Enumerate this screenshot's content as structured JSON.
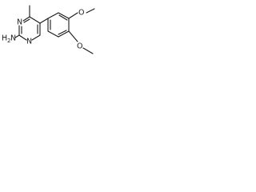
{
  "molecule": {
    "atoms": {
      "n1": "N",
      "n2": "N",
      "amine": "H",
      "amine_n": "N",
      "amine_sub": "2",
      "o1": "O",
      "o2": "O"
    }
  }
}
